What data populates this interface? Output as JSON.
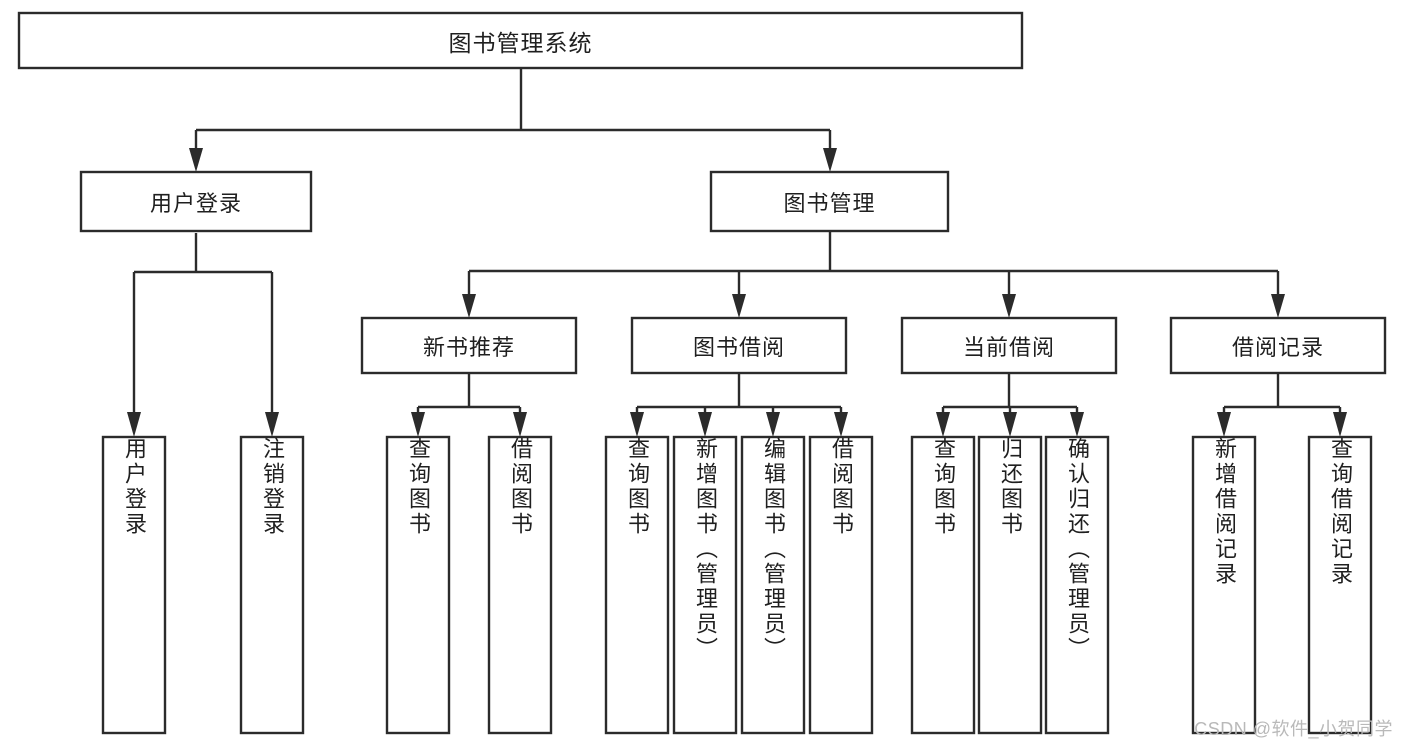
{
  "diagram": {
    "type": "tree",
    "title": "图书管理系统",
    "root": {
      "id": "root",
      "label": "图书管理系统",
      "orientation": "horizontal"
    },
    "level1": [
      {
        "id": "user-login",
        "label": "用户登录",
        "orientation": "horizontal"
      },
      {
        "id": "book-manage",
        "label": "图书管理",
        "orientation": "horizontal"
      }
    ],
    "level2": [
      {
        "id": "new-book-recommend",
        "label": "新书推荐",
        "orientation": "horizontal",
        "parent": "book-manage"
      },
      {
        "id": "book-borrow",
        "label": "图书借阅",
        "orientation": "horizontal",
        "parent": "book-manage"
      },
      {
        "id": "current-borrow",
        "label": "当前借阅",
        "orientation": "horizontal",
        "parent": "book-manage"
      },
      {
        "id": "borrow-record",
        "label": "借阅记录",
        "orientation": "horizontal",
        "parent": "book-manage"
      }
    ],
    "leaves": [
      {
        "id": "leaf-user-login",
        "label": "用户登录",
        "parent": "user-login",
        "orientation": "vertical"
      },
      {
        "id": "leaf-user-logout",
        "label": "注销登录",
        "parent": "user-login",
        "orientation": "vertical"
      },
      {
        "id": "leaf-query-book-1",
        "label": "查询图书",
        "parent": "new-book-recommend",
        "orientation": "vertical"
      },
      {
        "id": "leaf-borrow-book-1",
        "label": "借阅图书",
        "parent": "new-book-recommend",
        "orientation": "vertical"
      },
      {
        "id": "leaf-query-book-2",
        "label": "查询图书",
        "parent": "book-borrow",
        "orientation": "vertical"
      },
      {
        "id": "leaf-add-book",
        "label": "新增图书（管理员）",
        "parent": "book-borrow",
        "orientation": "vertical"
      },
      {
        "id": "leaf-edit-book",
        "label": "编辑图书（管理员）",
        "parent": "book-borrow",
        "orientation": "vertical"
      },
      {
        "id": "leaf-borrow-book-2",
        "label": "借阅图书",
        "parent": "book-borrow",
        "orientation": "vertical"
      },
      {
        "id": "leaf-query-book-3",
        "label": "查询图书",
        "parent": "current-borrow",
        "orientation": "vertical"
      },
      {
        "id": "leaf-return-book",
        "label": "归还图书",
        "parent": "current-borrow",
        "orientation": "vertical"
      },
      {
        "id": "leaf-confirm-return",
        "label": "确认归还（管理员）",
        "parent": "current-borrow",
        "orientation": "vertical"
      },
      {
        "id": "leaf-add-record",
        "label": "新增借阅记录",
        "parent": "borrow-record",
        "orientation": "vertical"
      },
      {
        "id": "leaf-query-record",
        "label": "查询借阅记录",
        "parent": "borrow-record",
        "orientation": "vertical"
      }
    ],
    "colors": {
      "stroke": "#2b2b2b",
      "fill": "#ffffff",
      "text": "#1f1f1f",
      "background": "#ffffff",
      "watermark": "#b9b9b9"
    }
  },
  "watermark": {
    "text": "CSDN @软件_小贺同学"
  }
}
